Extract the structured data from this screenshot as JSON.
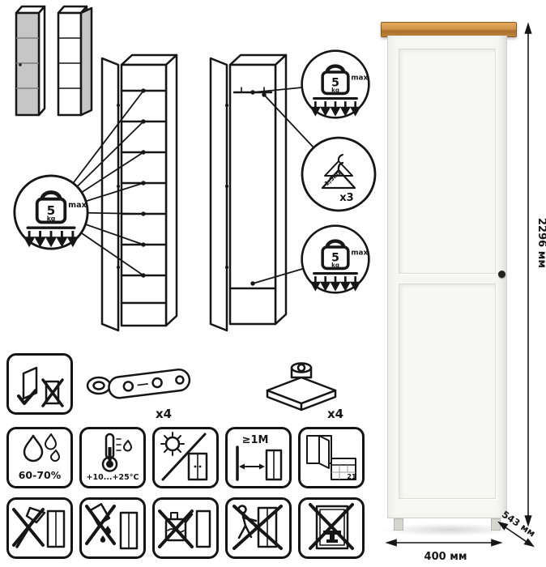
{
  "load_badge": {
    "value": "5",
    "unit": "kg",
    "max_label": "max"
  },
  "hanger_badge": {
    "capacity_label": "1,5kg",
    "count_label": "x3"
  },
  "hardware": {
    "hinge_count_label": "x4",
    "foot_count_label": "x4"
  },
  "care": {
    "humidity_label": "60-70%",
    "temperature_label": "+10...+25°C",
    "distance_label": "≥1M",
    "calendar_day_label": "21"
  },
  "dimensions": {
    "height_label": "2296 мм",
    "width_label": "400 мм",
    "depth_label": "543 мм"
  },
  "colors": {
    "line": "#161616",
    "wood_top": "#c9873b",
    "cabinet_white": "#f6f6f2"
  }
}
